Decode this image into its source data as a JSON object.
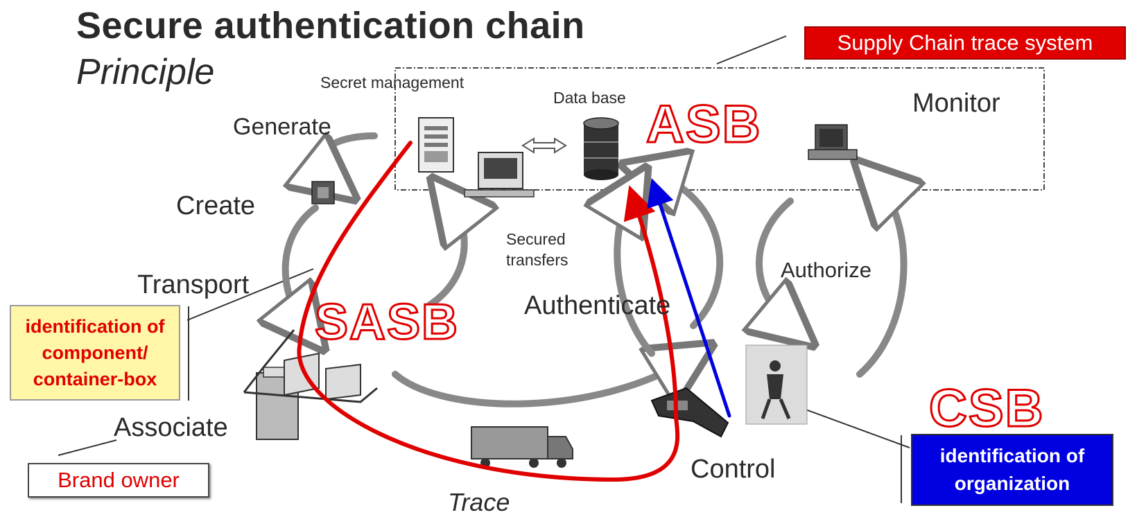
{
  "title": "Secure authentication chain",
  "subtitle": "Principle",
  "labels": {
    "secret_management": "Secret management",
    "data_base": "Data base",
    "monitor": "Monitor",
    "generate": "Generate",
    "create": "Create",
    "transport": "Transport",
    "associate": "Associate",
    "trace": "Trace",
    "secured_transfers_1": "Secured",
    "secured_transfers_2": "transfers",
    "authenticate": "Authenticate",
    "authorize": "Authorize",
    "control": "Control"
  },
  "acronyms": {
    "asb": "ASB",
    "sasb": "SASB",
    "csb": "CSB"
  },
  "boxes": {
    "supply_chain": "Supply Chain trace system",
    "identification_component": "identification of component/ container-box",
    "identification_organization": "identification of organization",
    "brand_owner": "Brand owner"
  },
  "colors": {
    "accent_red": "#e00000",
    "accent_blue": "#0000e0",
    "box_yellow": "#fff6a8"
  }
}
